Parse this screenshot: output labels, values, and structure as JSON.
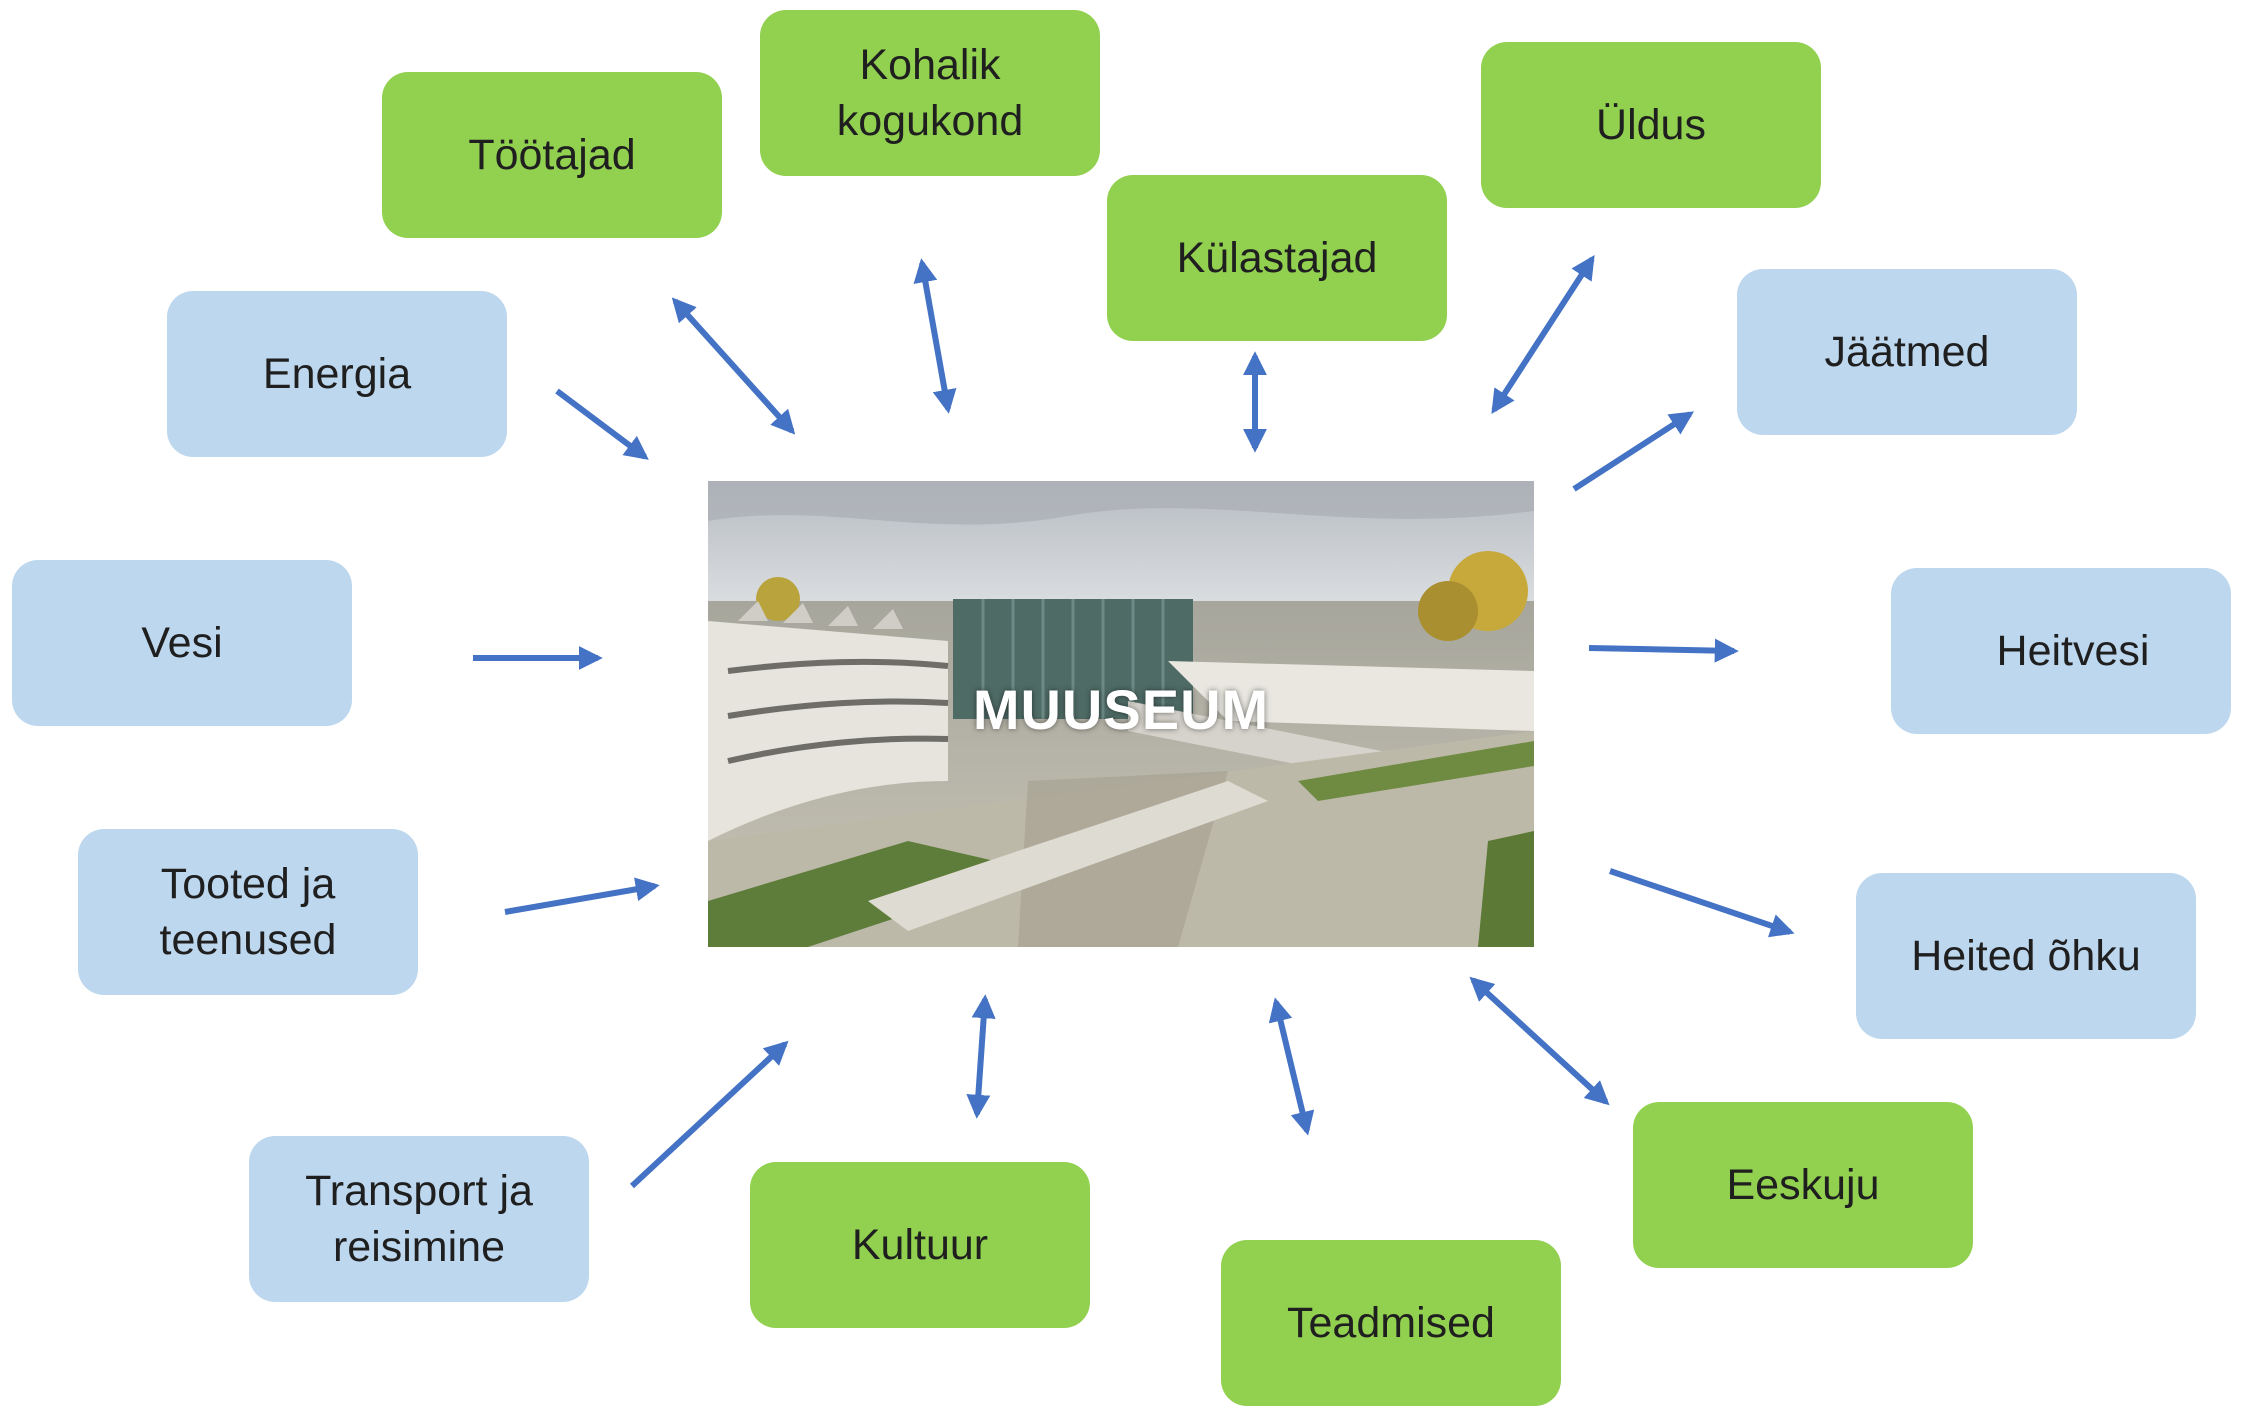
{
  "center": {
    "label": "MUUSEUM"
  },
  "nodes": {
    "tootajad": {
      "label": "Töötajad"
    },
    "kohalik": {
      "label": "Kohalik\nkogukond"
    },
    "kulastajad": {
      "label": "Külastajad"
    },
    "uldus": {
      "label": "Üldus"
    },
    "energia": {
      "label": "Energia"
    },
    "jaatmed": {
      "label": "Jäätmed"
    },
    "vesi": {
      "label": "Vesi"
    },
    "heitvesi": {
      "label": "Heitvesi"
    },
    "tooted": {
      "label": "Tooted ja\nteenused"
    },
    "heited": {
      "label": "Heited õhku"
    },
    "transport": {
      "label": "Transport ja\nreisimine"
    },
    "kultuur": {
      "label": "Kultuur"
    },
    "teadmised": {
      "label": "Teadmised"
    },
    "eeskuju": {
      "label": "Eeskuju"
    }
  },
  "colors": {
    "stakeholder": "#92d050",
    "resource": "#bdd7ee",
    "arrow": "#4472c4"
  }
}
